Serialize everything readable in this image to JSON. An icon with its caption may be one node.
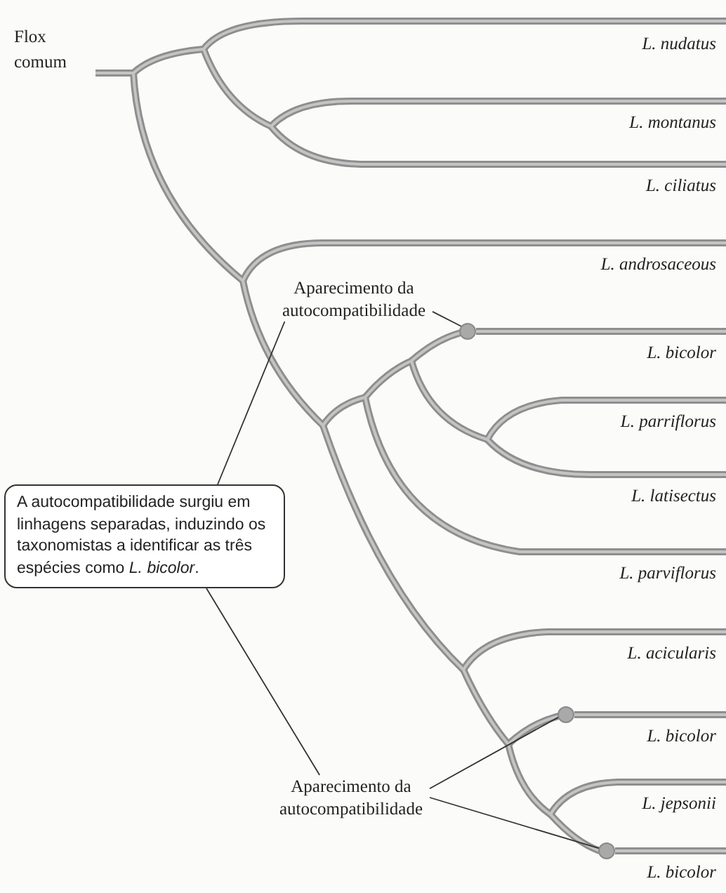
{
  "diagram": {
    "nodes": [
      {
        "text": [
          "Aparecimento da autocompatibilidade"
        ]
      },
      {
        "text": [],
        "shape": "circle"
      },
      {
        "text": [
          "A autocompatibilidade surgiu em linhagens separadas, induzindo os taxonomistas a identificar as três espécies como *L. bicolor*."
        ]
      },
      {
        "text": [
          "Aparecimento da autocompatibilidade"
        ]
      },
      {
        "text": [],
        "shape": "circle"
      },
      {
        "text": [],
        "shape": "circle"
      }
    ],
    "edges": [
      {
        "from": 0,
        "to": 1,
        "arrow": "none"
      },
      {
        "from": 2,
        "to": 0,
        "arrow": "none"
      },
      {
        "from": 2,
        "to": 3,
        "arrow": "none"
      },
      {
        "from": 3,
        "to": 4,
        "arrow": "none"
      },
      {
        "from": 3,
        "to": 5,
        "arrow": "none"
      }
    ],
    "labels": [
      "Flox comum",
      "L. nudatus",
      "L. montanus",
      "L. ciliatus",
      "L. androsaceous",
      "L. bicolor",
      "L. parriflorus",
      "L. latisectus",
      "L. parviflorus",
      "L. acicularis",
      "L. bicolor",
      "L. jepsonii",
      "L. bicolor"
    ]
  }
}
